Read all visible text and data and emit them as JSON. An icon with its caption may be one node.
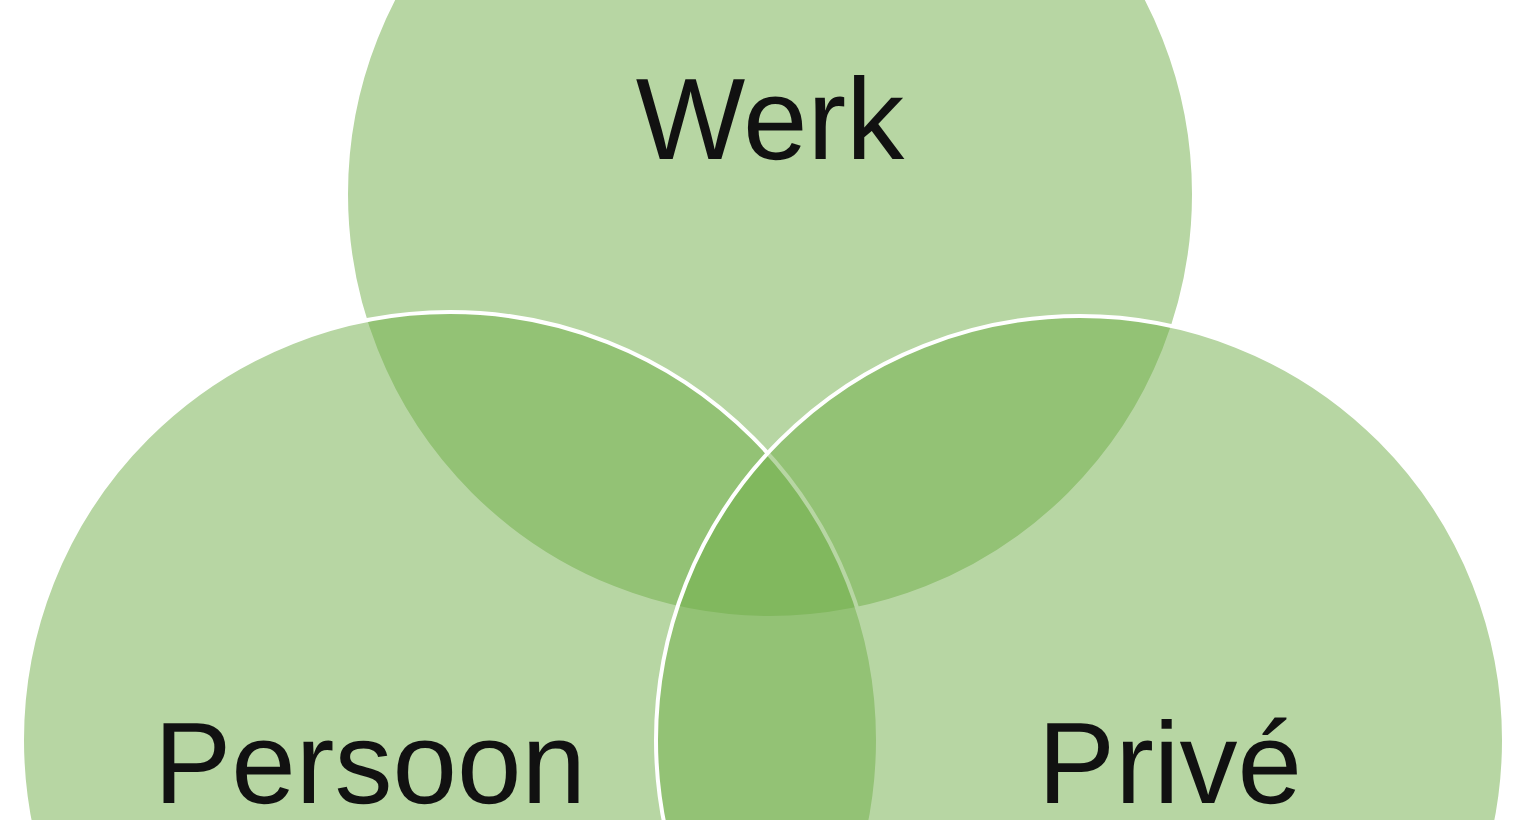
{
  "diagram": {
    "nodes": [
      {
        "text": [
          "Werk"
        ]
      },
      {
        "text": [
          "Persoon"
        ]
      },
      {
        "text": [
          "Privé"
        ]
      }
    ]
  }
}
